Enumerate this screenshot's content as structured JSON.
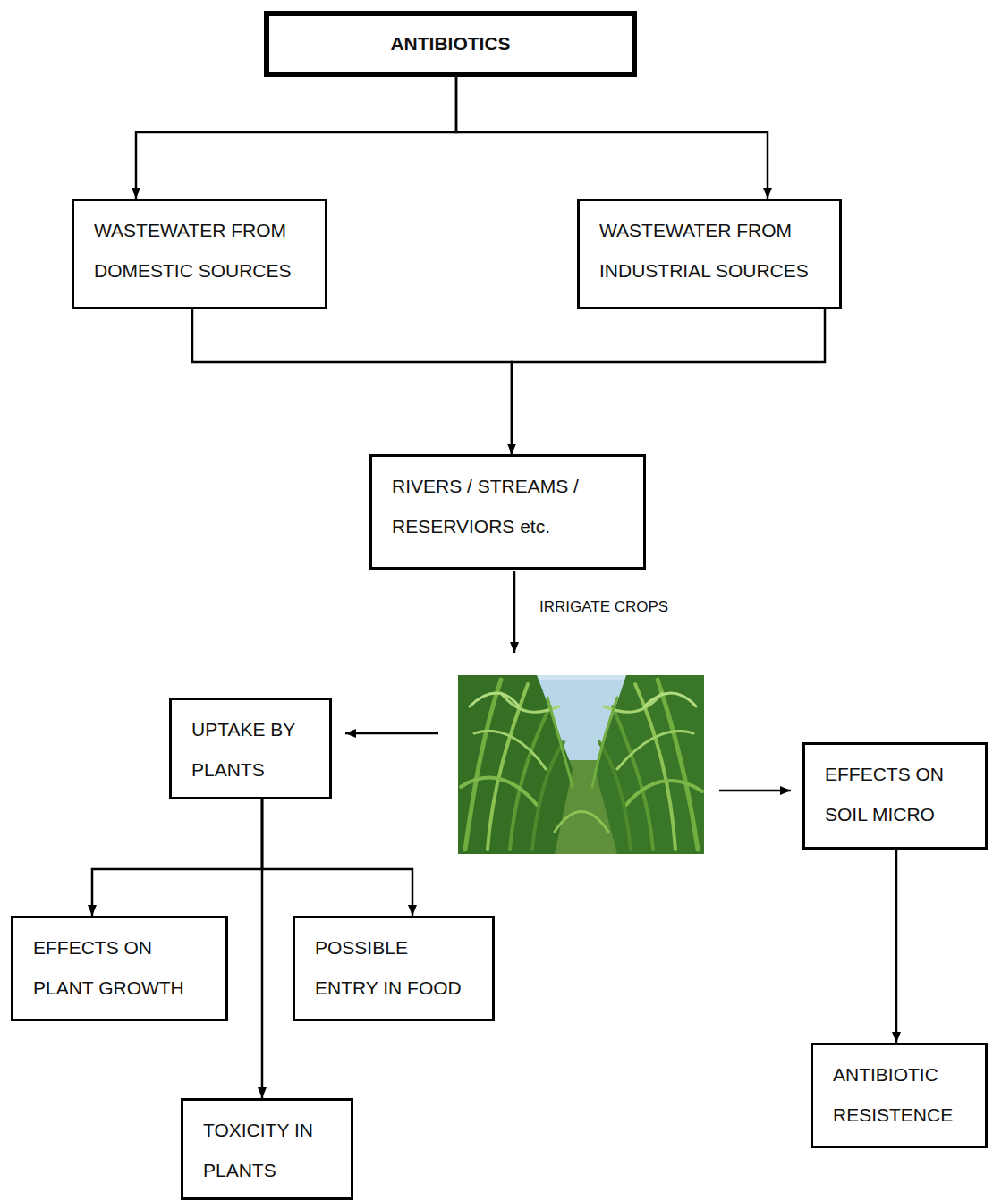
{
  "diagram": {
    "nodes": [
      {
        "text": [
          "ANTIBIOTICS"
        ]
      },
      {
        "text": [
          "WASTEWATER FROM DOMESTIC SOURCES"
        ]
      },
      {
        "text": [
          "WASTEWATER FROM INDUSTRIAL SOURCES"
        ]
      },
      {
        "text": [
          "RIVERS / STREAMS / RESERVIORS etc."
        ]
      },
      {
        "text": [
          "UPTAKE BY PLANTS"
        ]
      },
      {
        "text": [
          "EFFECTS ON SOIL MICRO"
        ]
      },
      {
        "text": [
          "EFFECTS ON PLANT GROWTH"
        ]
      },
      {
        "text": [
          "POSSIBLE ENTRY IN FOOD"
        ]
      },
      {
        "text": [
          "TOXICITY IN PLANTS"
        ]
      },
      {
        "text": [
          "ANTIBIOTIC RESISTENCE"
        ]
      }
    ],
    "edges": [
      {
        "from": 0,
        "to": 1,
        "arrow": "to"
      },
      {
        "from": 0,
        "to": 2,
        "arrow": "to"
      },
      {
        "from": 1,
        "to": 3,
        "arrow": "to"
      },
      {
        "from": 2,
        "to": 3,
        "arrow": "to"
      },
      {
        "from": 4,
        "to": 6,
        "arrow": "to"
      },
      {
        "from": 4,
        "to": 7,
        "arrow": "to"
      },
      {
        "from": 4,
        "to": 8,
        "arrow": "to"
      },
      {
        "from": 5,
        "to": 9,
        "arrow": "to"
      }
    ],
    "labels": [
      "IRRIGATE CROPS"
    ]
  }
}
